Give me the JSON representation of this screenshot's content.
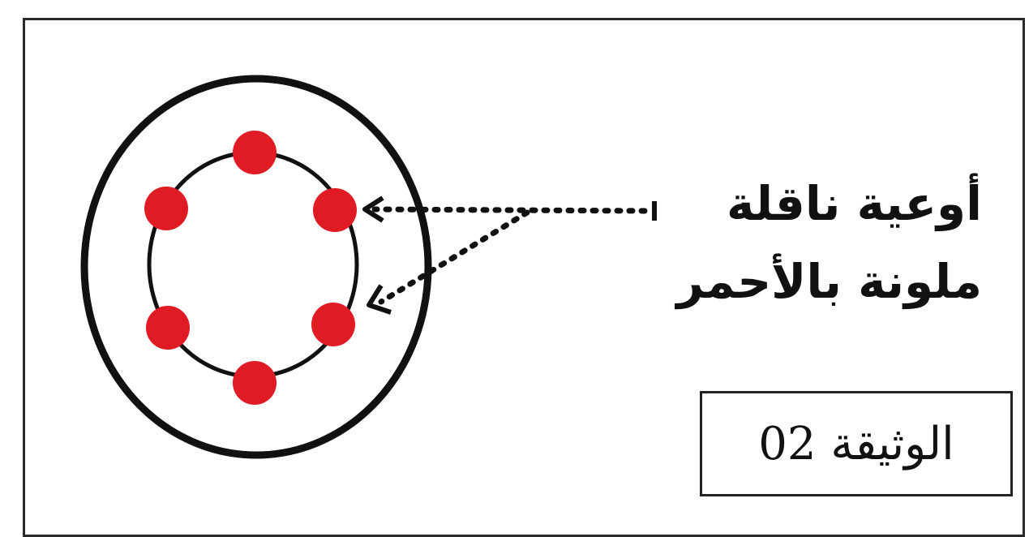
{
  "annotation": {
    "line1": "أوعية ناقلة",
    "line2": "ملونة بالأحمر"
  },
  "document_label": "الوثيقة 02",
  "colors": {
    "vessel_fill": "#e01b24",
    "outline": "#111111",
    "background": "#ffffff"
  }
}
